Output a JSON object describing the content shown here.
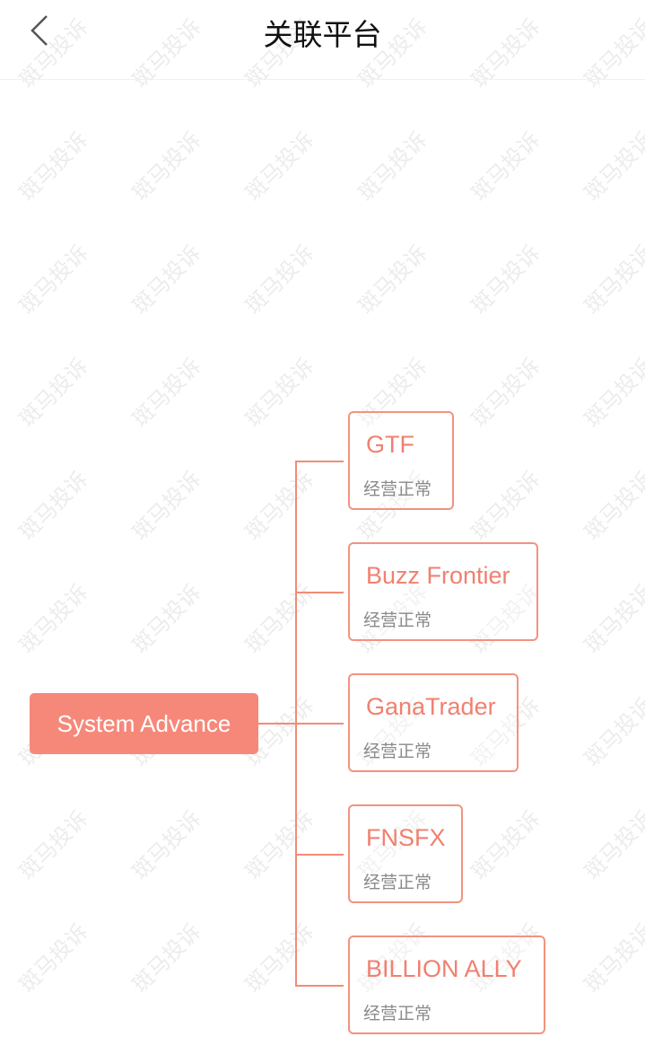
{
  "header": {
    "title": "关联平台",
    "back_icon": "chevron-left-icon"
  },
  "watermark": "斑马投诉",
  "root": {
    "name": "System Advance"
  },
  "related": [
    {
      "name": "GTF",
      "status": "经营正常"
    },
    {
      "name": "Buzz Frontier",
      "status": "经营正常"
    },
    {
      "name": "GanaTrader",
      "status": "经营正常"
    },
    {
      "name": "FNSFX",
      "status": "经营正常"
    },
    {
      "name": "BILLION ALLY",
      "status": "经营正常"
    }
  ],
  "colors": {
    "accent": "#f6887a",
    "line": "#f28b78",
    "status_text": "#8a8a8a"
  }
}
